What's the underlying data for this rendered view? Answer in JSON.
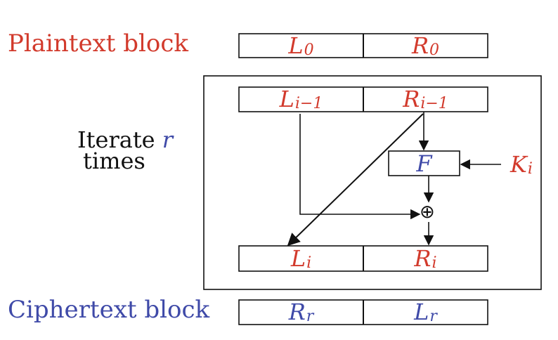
{
  "labels": {
    "plaintext": "Plaintext block",
    "iterate_prefix": "Iterate",
    "iterate_var": "r",
    "iterate_suffix": "times",
    "ciphertext": "Ciphertext block"
  },
  "plaintext_block": {
    "left": "L",
    "left_sub": "0",
    "right": "R",
    "right_sub": "0"
  },
  "round_input": {
    "left": "L",
    "left_sub": "i−1",
    "right": "R",
    "right_sub": "i−1"
  },
  "function": {
    "label": "F"
  },
  "key": {
    "label": "K",
    "sub": "i"
  },
  "xor": {
    "symbol": "⊕"
  },
  "round_output": {
    "left": "L",
    "left_sub": "i",
    "right": "R",
    "right_sub": "i"
  },
  "ciphertext_block": {
    "left": "R",
    "left_sub": "r",
    "right": "L",
    "right_sub": "r"
  },
  "colors": {
    "red": "#d23a2c",
    "blue": "#3f4aa8",
    "line": "#111111"
  }
}
